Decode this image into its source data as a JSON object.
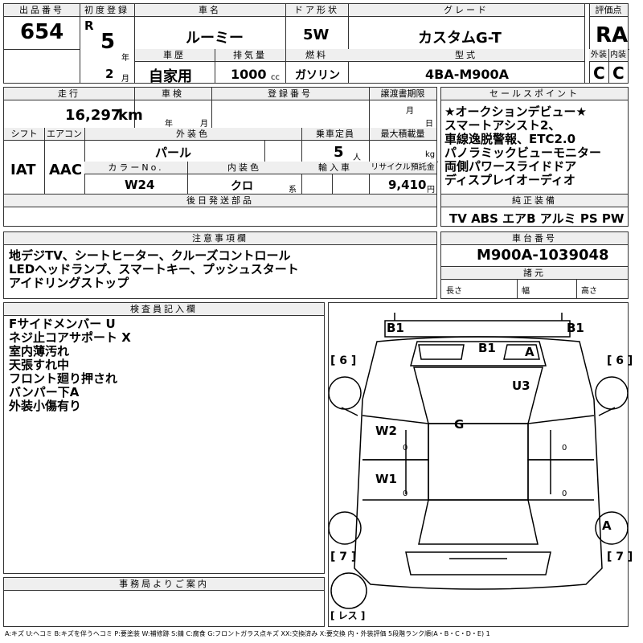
{
  "labels": {
    "lot_no": "出品番号",
    "first_reg": "初度登録",
    "car_name": "車名",
    "door": "ドア形状",
    "grade": "グレード",
    "score": "評価点",
    "history": "車歴",
    "displacement": "排気量",
    "fuel": "燃料",
    "model": "型式",
    "exterior": "外装",
    "interior": "内装",
    "mileage": "走行",
    "inspection": "車検",
    "reg_no": "登録番号",
    "transfer": "譲渡書期限",
    "shift": "シフト",
    "aircon": "エアコン",
    "ext_color": "外装色",
    "capacity": "乗車定員",
    "max_load": "最大積載量",
    "color_no": "カラーNo.",
    "int_color": "内装色",
    "import": "輸入車",
    "recycle": "リサイクル預託金",
    "later_parts": "後日発送部品",
    "sales_points": "セールスポイント",
    "std_equip": "純正装備",
    "notes": "注意事項欄",
    "chassis_no": "車台番号",
    "specs": "諸元",
    "length": "長さ",
    "width": "幅",
    "height": "高さ",
    "inspector": "検査員記入欄",
    "office": "事務局よりご案内",
    "unit_year": "年",
    "unit_month": "月",
    "unit_day": "日",
    "unit_cc": "cc",
    "unit_km": "km",
    "unit_person": "人",
    "unit_kg": "kg",
    "unit_yen": "円",
    "unit_kei": "系"
  },
  "values": {
    "lot_no": "654",
    "era": "R",
    "year": "5",
    "month": "2",
    "car_name": "ルーミー",
    "door": "5W",
    "grade": "カスタムG-T",
    "score": "RA",
    "history": "自家用",
    "displacement": "1000",
    "fuel": "ガソリン",
    "model": "4BA-M900A",
    "exterior": "C",
    "interior": "C",
    "mileage": "16,297",
    "shift": "IAT",
    "aircon": "AAC",
    "ext_color": "パール",
    "capacity": "5",
    "color_no": "W24",
    "int_color": "クロ",
    "recycle": "9,410",
    "chassis_no": "M900A-1039048"
  },
  "sales_points": [
    "★オークションデビュー★",
    "スマートアシスト2、",
    "車線逸脱警報、ETC2.0",
    "パノラミックビューモニター",
    "両側パワースライドドア",
    "ディスプレイオーディオ"
  ],
  "std_equipment": "TV ABS エアB アルミ PS PW",
  "notes": [
    "地デジTV、シートヒーター、クルーズコントロール",
    "LEDヘッドランプ、スマートキー、プッシュスタート",
    "アイドリングストップ"
  ],
  "inspector_notes": [
    "Fサイドメンバー U",
    "ネジ止コアサポート X",
    "室内薄汚れ",
    "天張すれ中",
    "フロント廻り押され",
    "バンパー下A",
    "外装小傷有り"
  ],
  "diagram": {
    "b1_left": "B1",
    "b1_right": "B1",
    "b1_center": "B1",
    "a_top": "A",
    "u3": "U3",
    "g": "G",
    "w2": "W2",
    "w1": "W1",
    "a_wheel": "A",
    "zero_1": "0",
    "zero_2": "0",
    "zero_3": "0",
    "zero_4": "0",
    "tire_fl": "[ 6 ]",
    "tire_fr": "[ 6 ]",
    "tire_rl": "[ 7 ]",
    "tire_rr": "[ 7 ]",
    "spare": "[ レス ]"
  },
  "legend": "A:キズ U:ヘコミ B:キズを伴うヘコミ P:要塗装 W:補修跡 S:錆 C:腐食 G:フロントガラス点キズ XX:交換済み X:要交換 内・外装評価 5段階ランク順(A・B・C・D・E) 1"
}
